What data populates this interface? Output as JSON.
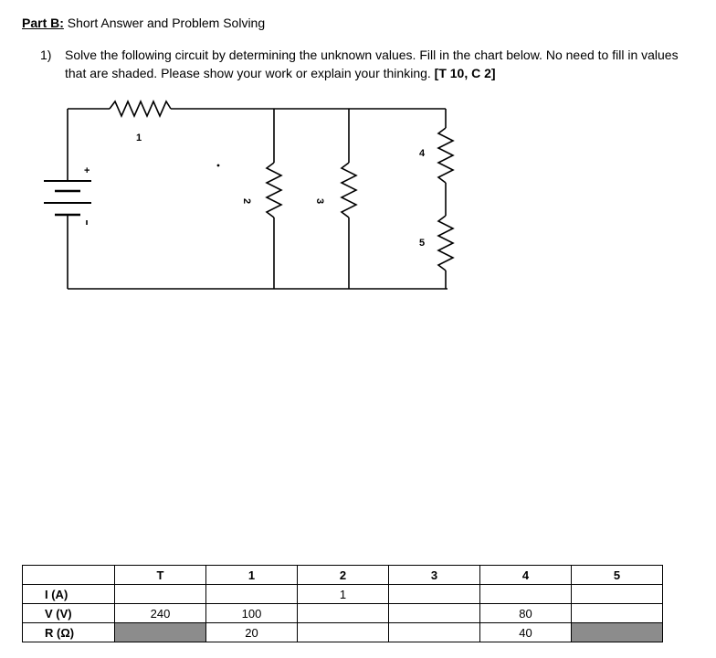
{
  "part": {
    "label": "Part B:",
    "title": " Short Answer and Problem Solving"
  },
  "question": {
    "number": "1)",
    "text": "Solve the following circuit by determining the unknown values. Fill in the chart below. No need to fill in values that are shaded. Please show your work or explain your thinking. ",
    "marks": "[T 10, C 2]"
  },
  "circuit": {
    "battery_plus": "+",
    "resistor_labels": [
      "1",
      "2",
      "3",
      "4",
      "5"
    ]
  },
  "table": {
    "headers": [
      "",
      "T",
      "1",
      "2",
      "3",
      "4",
      "5"
    ],
    "rows": [
      {
        "label": "I (A)",
        "cells": [
          "",
          "",
          "1",
          "",
          "",
          ""
        ]
      },
      {
        "label": "V (V)",
        "cells": [
          "240",
          "100",
          "",
          "",
          "80",
          ""
        ]
      },
      {
        "label": "R (Ω)",
        "cells": [
          "",
          "20",
          "",
          "",
          "40",
          ""
        ]
      }
    ],
    "shaded_color": "#8c8c8c"
  }
}
